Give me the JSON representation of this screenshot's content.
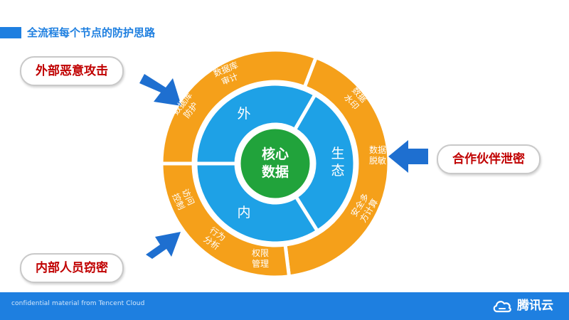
{
  "slide": {
    "title": "全流程每个节点的防护思路",
    "footer_note": "confidential material from Tencent Cloud",
    "brand": "腾讯云"
  },
  "threats": {
    "external": "外部恶意攻击",
    "partner": "合作伙伴泄密",
    "internal": "内部人员窃密"
  },
  "diagram": {
    "core": [
      "核心",
      "数据"
    ],
    "middle_labels": {
      "outer": "外",
      "inner": "内",
      "ecosystem": [
        "生",
        "态"
      ]
    },
    "outer_labels": {
      "db_protect": [
        "数据库",
        "防护"
      ],
      "db_audit": [
        "数据库",
        "审计"
      ],
      "watermark": [
        "数据",
        "水印"
      ],
      "desensitize": [
        "数据",
        "脱敏"
      ],
      "secure_compute": [
        "安全多",
        "方计算"
      ],
      "perm_mgmt": [
        "权限",
        "管理"
      ],
      "behavior": [
        "行为",
        "分析"
      ],
      "access_ctrl": [
        "访问",
        "控制"
      ]
    },
    "colors": {
      "outer_ring": "#f5a01a",
      "middle_ring": "#1ea1e6",
      "core": "#21a33b",
      "arrows": "#1e6fd0",
      "accent": "#1e7fe0",
      "threat_text": "#c00000"
    }
  }
}
